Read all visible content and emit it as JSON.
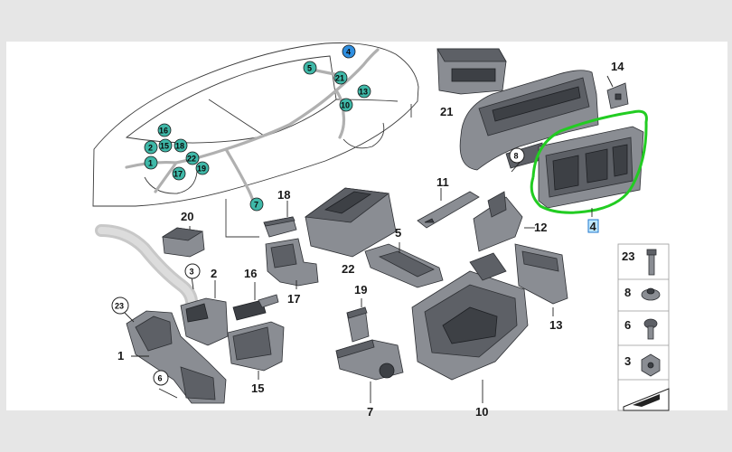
{
  "diagram": {
    "callouts": {
      "c1": "1",
      "c2": "2",
      "c3": "3",
      "c4": "4",
      "c5": "5",
      "c6": "6",
      "c7": "7",
      "c8": "8",
      "c10": "10",
      "c11": "11",
      "c12": "12",
      "c13": "13",
      "c14": "14",
      "c15": "15",
      "c16": "16",
      "c17": "17",
      "c18": "18",
      "c19": "19",
      "c20": "20",
      "c21": "21",
      "c22": "22",
      "c23": "23"
    },
    "car_markers": {
      "m4": "4",
      "m5": "5",
      "m21": "21",
      "m13": "13",
      "m10": "10",
      "m16": "16",
      "m2": "2",
      "m15": "15",
      "m18": "18",
      "m22": "22",
      "m1": "1",
      "m17": "17",
      "m19": "19",
      "m7": "7"
    },
    "fastener_labels": {
      "f23": "23",
      "f8": "8",
      "f6": "6",
      "f3": "3"
    },
    "colors": {
      "marker_teal": "#3fb8a8",
      "marker_blue": "#2f8fe0",
      "highlight_green": "#22cc22",
      "part_gray": "#5d6066"
    }
  }
}
